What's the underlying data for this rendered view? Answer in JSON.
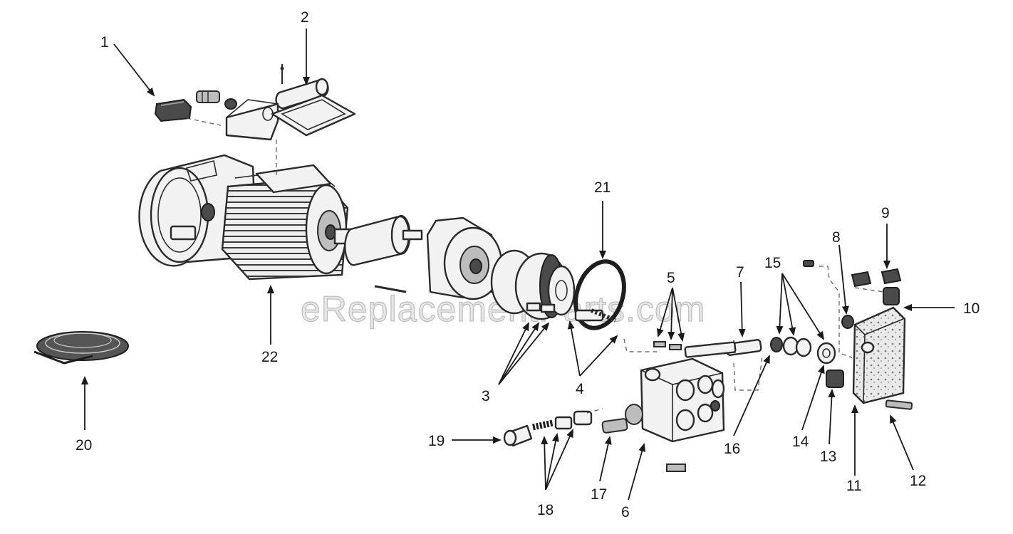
{
  "watermark": "eReplacementParts.com",
  "labels": [
    {
      "id": "1",
      "text": "1"
    },
    {
      "id": "2",
      "text": "2"
    },
    {
      "id": "3",
      "text": "3"
    },
    {
      "id": "4",
      "text": "4"
    },
    {
      "id": "5",
      "text": "5"
    },
    {
      "id": "6",
      "text": "6"
    },
    {
      "id": "7",
      "text": "7"
    },
    {
      "id": "8",
      "text": "8"
    },
    {
      "id": "9",
      "text": "9"
    },
    {
      "id": "10",
      "text": "10"
    },
    {
      "id": "11",
      "text": "11"
    },
    {
      "id": "12",
      "text": "12"
    },
    {
      "id": "13",
      "text": "13"
    },
    {
      "id": "14",
      "text": "14"
    },
    {
      "id": "15",
      "text": "15"
    },
    {
      "id": "16",
      "text": "16"
    },
    {
      "id": "17",
      "text": "17"
    },
    {
      "id": "18",
      "text": "18"
    },
    {
      "id": "19",
      "text": "19"
    },
    {
      "id": "20",
      "text": "20"
    },
    {
      "id": "21",
      "text": "21"
    },
    {
      "id": "22",
      "text": "22"
    }
  ]
}
